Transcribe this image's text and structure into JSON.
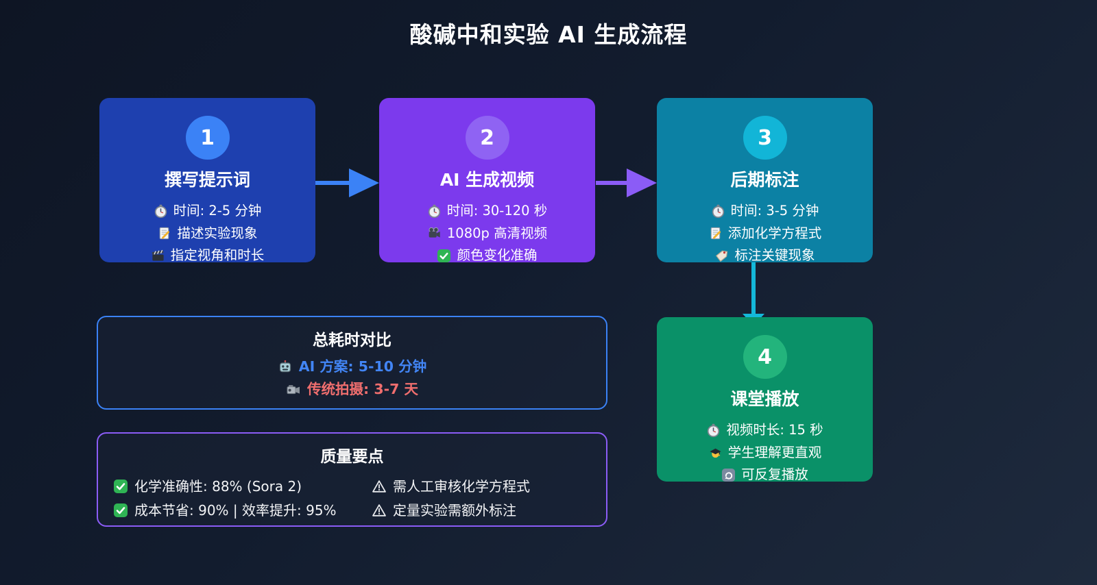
{
  "page": {
    "title": "酸碱中和实验 AI 生成流程",
    "background_top_color": "#0e1524",
    "background_bottom_color": "#1e2a3d"
  },
  "steps": [
    {
      "number": "1",
      "title": "撰写提示词",
      "card_color": "#1e40af",
      "badge_color": "#3b82f6",
      "details": [
        {
          "icon_name": "stopwatch-icon",
          "glyph": "⏱️",
          "text": "时间: 2-5 分钟"
        },
        {
          "icon_name": "memo-icon",
          "glyph": "📝",
          "text": "描述实验现象"
        },
        {
          "icon_name": "clapperboard-icon",
          "glyph": "🎬",
          "text": "指定视角和时长"
        }
      ]
    },
    {
      "number": "2",
      "title": "AI 生成视频",
      "card_color": "#7c3aed",
      "badge_color": "#8f63f3",
      "details": [
        {
          "icon_name": "stopwatch-icon",
          "glyph": "⏱️",
          "text": "时间: 30-120 秒"
        },
        {
          "icon_name": "movie-camera-icon",
          "glyph": "🎥",
          "text": "1080p 高清视频"
        },
        {
          "icon_name": "check-icon",
          "glyph": "✅",
          "text": "颜色变化准确"
        }
      ]
    },
    {
      "number": "3",
      "title": "后期标注",
      "card_color": "#0c81a4",
      "badge_color": "#12b5d7",
      "details": [
        {
          "icon_name": "stopwatch-icon",
          "glyph": "⏱️",
          "text": "时间: 3-5 分钟"
        },
        {
          "icon_name": "memo-icon",
          "glyph": "📝",
          "text": "添加化学方程式"
        },
        {
          "icon_name": "label-icon",
          "glyph": "🏷️",
          "text": "标注关键现象"
        }
      ]
    },
    {
      "number": "4",
      "title": "课堂播放",
      "card_color": "#0a9168",
      "badge_color": "#23b47c",
      "details": [
        {
          "icon_name": "stopwatch-icon",
          "glyph": "⏱️",
          "text": "视频时长: 15 秒"
        },
        {
          "icon_name": "student-icon",
          "glyph": "👨‍🎓",
          "text": "学生理解更直观"
        },
        {
          "icon_name": "repeat-icon",
          "glyph": "🔄",
          "text": "可反复播放"
        }
      ]
    }
  ],
  "arrows": [
    {
      "from_step": "1",
      "to_step": "2",
      "color": "#3b82f6"
    },
    {
      "from_step": "2",
      "to_step": "3",
      "color": "#8b5cf6"
    },
    {
      "from_step": "3",
      "to_step": "4",
      "color": "#14b8d9"
    }
  ],
  "time_panel": {
    "title": "总耗时对比",
    "border_color": "#3b82f6",
    "rows": [
      {
        "icon_name": "robot-icon",
        "glyph": "🤖",
        "text": "AI 方案: 5-10 分钟",
        "color": "#4285f5"
      },
      {
        "icon_name": "video-camera-icon",
        "glyph": "📹",
        "text": "传统拍摄: 3-7 天",
        "color": "#f06e6e"
      }
    ]
  },
  "quality_panel": {
    "title": "质量要点",
    "border_color": "#8b5cf6",
    "items": [
      {
        "icon_name": "check-icon",
        "glyph": "✅",
        "text": "化学准确性: 88% (Sora 2)"
      },
      {
        "icon_name": "warning-icon",
        "glyph": "⚠️",
        "text": "需人工审核化学方程式"
      },
      {
        "icon_name": "check-icon",
        "glyph": "✅",
        "text": "成本节省: 90% | 效率提升: 95%"
      },
      {
        "icon_name": "warning-icon",
        "glyph": "⚠️",
        "text": "定量实验需额外标注"
      }
    ]
  }
}
